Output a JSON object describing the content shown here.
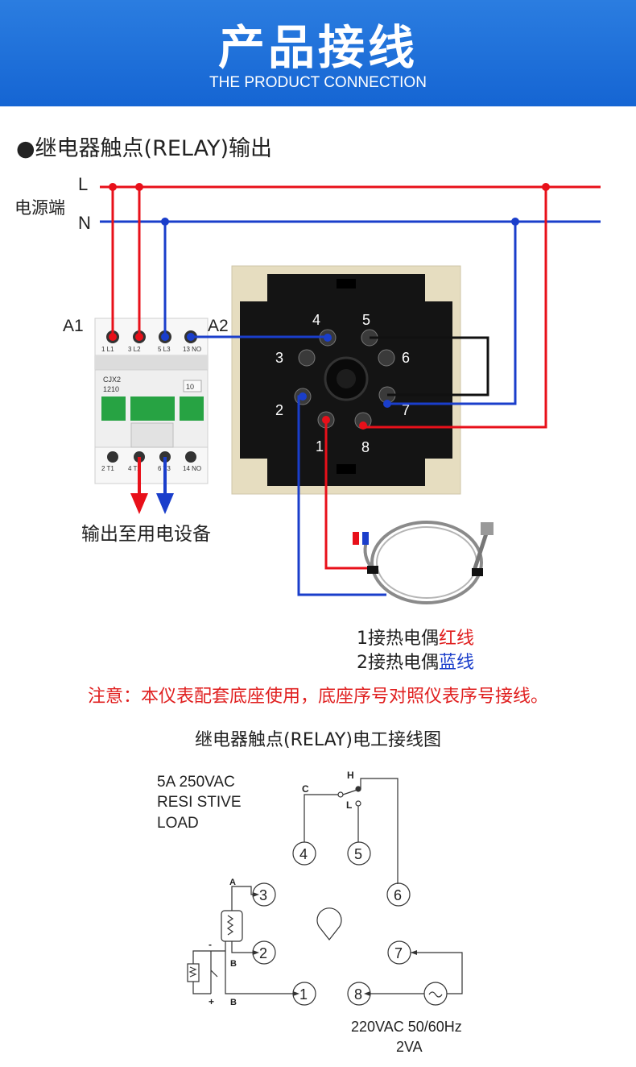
{
  "header": {
    "title": "产品接线",
    "subtitle": "THE PRODUCT CONNECTION"
  },
  "section1": {
    "title": "●继电器触点(RELAY)输出",
    "power_label": "电源端",
    "line_L": "L",
    "line_N": "N",
    "coil_A1": "A1",
    "coil_A2": "A2",
    "contactor": {
      "model": "CJX2",
      "rating": "1210",
      "aux": "10",
      "top_terminals": [
        "1 L1",
        "3 L2",
        "5 L3",
        "13 NO"
      ],
      "bottom_terminals": [
        "2 T1",
        "4 T2",
        "6 T3",
        "14 NO"
      ]
    },
    "socket_pins": [
      "1",
      "2",
      "3",
      "4",
      "5",
      "6",
      "7",
      "8"
    ],
    "output_label": "输出至用电设备",
    "thermocouple_red": {
      "prefix": "1接热电偶",
      "color_word": "红线"
    },
    "thermocouple_blue": {
      "prefix": "2接热电偶",
      "color_word": "蓝线"
    },
    "note": "注意：本仪表配套底座使用，底座序号对照仪表序号接线。"
  },
  "section2": {
    "title": "继电器触点(RELAY)电工接线图",
    "spec_lines": [
      "5A  250VAC",
      "RESI  STIVE",
      "LOAD"
    ],
    "contact_labels": {
      "common": "C",
      "high": "H",
      "low": "L"
    },
    "sensor_labels": {
      "a": "A",
      "b1": "B",
      "b2": "B",
      "minus": "-",
      "plus": "+"
    },
    "terminals": [
      "1",
      "2",
      "3",
      "4",
      "5",
      "6",
      "7",
      "8"
    ],
    "power_line1": "220VAC 50/60Hz",
    "power_line2": "2VA"
  },
  "colors": {
    "banner": "#1a6ad8",
    "live_wire": "#e8101a",
    "neutral_wire": "#1a3ecb",
    "jumper": "#111111"
  }
}
